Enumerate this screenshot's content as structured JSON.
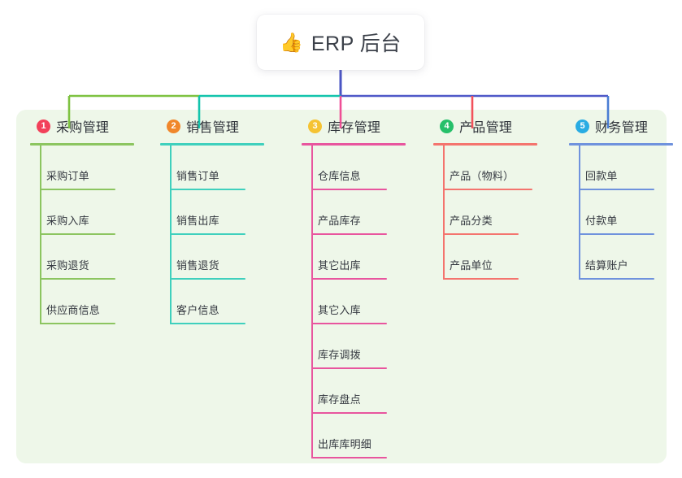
{
  "root": {
    "icon": "thumbs-up-icon",
    "emoji": "👍",
    "title": "ERP 后台"
  },
  "colors": {
    "panel_bg": "#eef7e9",
    "page_bg": "#ffffff",
    "root_stem": "#4a54c4",
    "bus_left_green": "#7ec241",
    "bus_teal": "#12c4ac",
    "bus_blue": "#4f58c8",
    "text": "#2f333a"
  },
  "columns": [
    {
      "index": "1",
      "title": "采购管理",
      "badge_color": "#f2415a",
      "line_color": "#8cc560",
      "stem_color": "#7ec241",
      "items": [
        "采购订单",
        "采购入库",
        "采购退货",
        "供应商信息"
      ]
    },
    {
      "index": "2",
      "title": "销售管理",
      "badge_color": "#f0872b",
      "line_color": "#3fd0bd",
      "stem_color": "#12c4ac",
      "items": [
        "销售订单",
        "销售出库",
        "销售退货",
        "客户信息"
      ]
    },
    {
      "index": "3",
      "title": "库存管理",
      "badge_color": "#f5c333",
      "line_color": "#e8559e",
      "stem_color": "#ef4f96",
      "items": [
        "仓库信息",
        "产品库存",
        "其它出库",
        "其它入库",
        "库存调拨",
        "库存盘点",
        "出库库明细"
      ]
    },
    {
      "index": "4",
      "title": "产品管理",
      "badge_color": "#26c06a",
      "line_color": "#f4746e",
      "stem_color": "#f2515b",
      "items": [
        "产品（物料）",
        "产品分类",
        "产品单位"
      ]
    },
    {
      "index": "5",
      "title": "财务管理",
      "badge_color": "#29ace3",
      "line_color": "#6f92dd",
      "stem_color": "#4a7dd4",
      "items": [
        "回款单",
        "付款单",
        "结算账户"
      ]
    }
  ]
}
